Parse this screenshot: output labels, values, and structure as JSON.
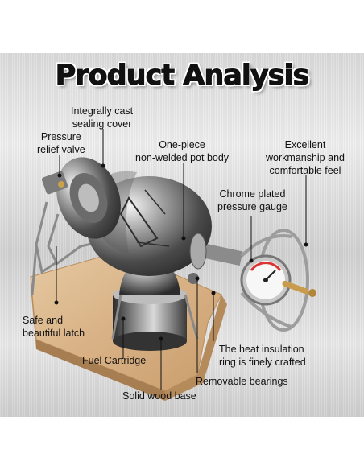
{
  "title": "Product Analysis",
  "labels": {
    "sealing_cover": [
      "Integrally cast",
      "sealing cover"
    ],
    "relief_valve": [
      "Pressure",
      "relief valve"
    ],
    "pot_body": [
      "One-piece",
      "non-welded pot body"
    ],
    "workmanship": [
      "Excellent",
      "workmanship and",
      "comfortable feel"
    ],
    "gauge": [
      "Chrome plated",
      "pressure gauge"
    ],
    "latch": [
      "Safe and",
      "beautiful latch"
    ],
    "fuel": "Fuel Cartridge",
    "insulation": [
      "The heat insulation",
      "ring is finely crafted"
    ],
    "bearings": "Removable bearings",
    "wood_base": "Solid wood base"
  }
}
